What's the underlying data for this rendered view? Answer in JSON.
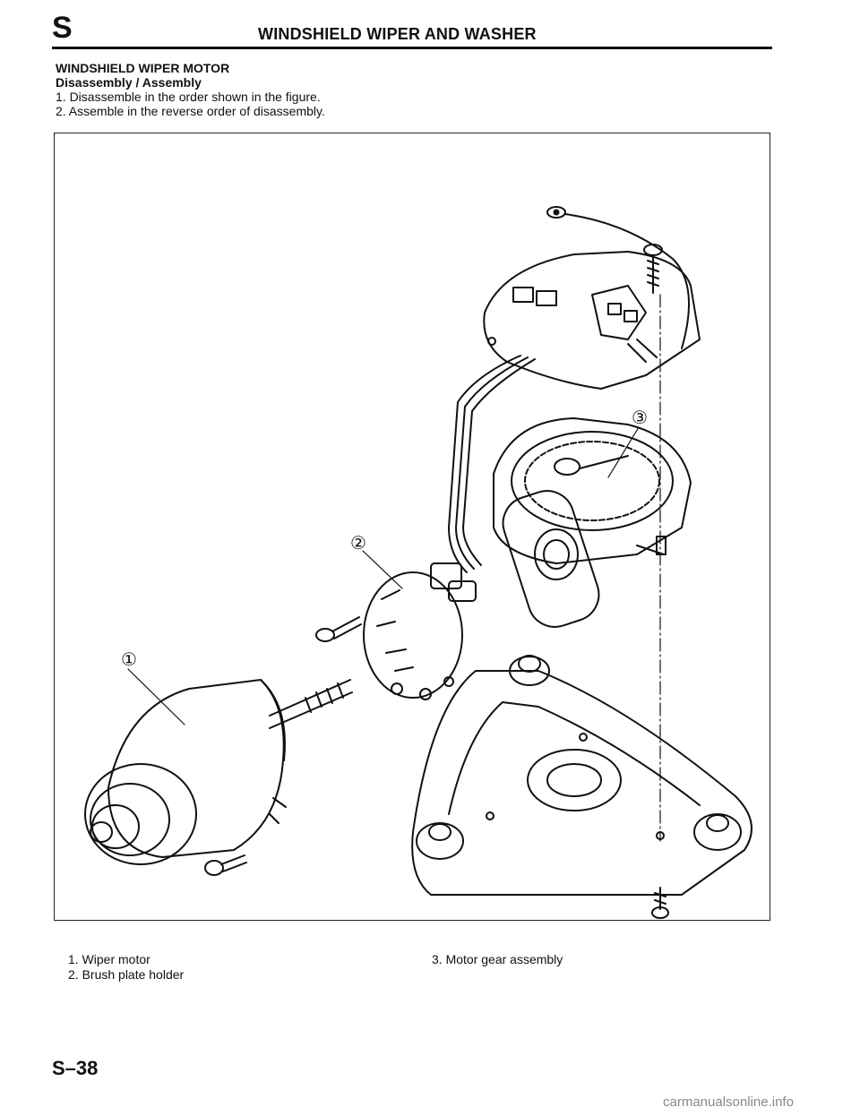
{
  "header": {
    "section_letter": "S",
    "title": "WINDSHIELD WIPER AND WASHER"
  },
  "intro": {
    "heading": "WINDSHIELD WIPER MOTOR",
    "subheading": "Disassembly / Assembly",
    "steps": [
      "1. Disassemble in the order shown in the figure.",
      "2. Assemble in the reverse order of disassembly."
    ]
  },
  "figure": {
    "callouts": [
      "①",
      "②",
      "③"
    ]
  },
  "legend": {
    "items": [
      "1. Wiper motor",
      "2. Brush plate holder",
      "3. Motor gear assembly"
    ]
  },
  "page_number": "S–38",
  "footer_watermark": "carmanualsonline.info"
}
